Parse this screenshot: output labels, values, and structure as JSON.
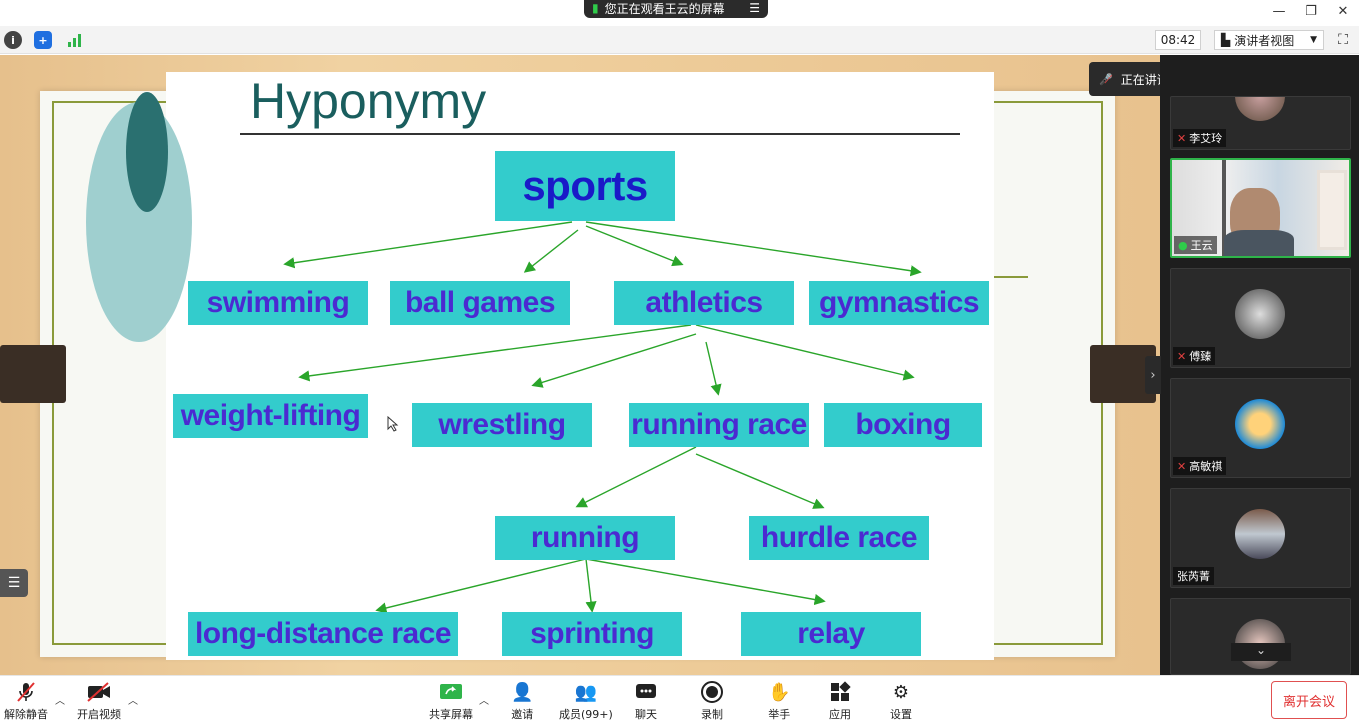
{
  "titlebar": {
    "viewing_text": "您正在观看王云的屏幕"
  },
  "toolbar": {
    "clock": "08:42",
    "view_mode": "演讲者视图"
  },
  "slide": {
    "title": "Hyponymy",
    "nodes": {
      "sports": "sports",
      "swimming": "swimming",
      "ball_games": "ball games",
      "athletics": "athletics",
      "gymnastics": "gymnastics",
      "weight_lifting": "weight-lifting",
      "wrestling": "wrestling",
      "running_race": "running race",
      "boxing": "boxing",
      "running": "running",
      "hurdle_race": "hurdle race",
      "long_distance": "long-distance race",
      "sprinting": "sprinting",
      "relay": "relay"
    }
  },
  "speaker": {
    "label": "正在讲话: 王云;"
  },
  "participants": [
    {
      "name": "李艾玲",
      "muted": true
    },
    {
      "name": "王云",
      "muted": false
    },
    {
      "name": "傅臻",
      "muted": true
    },
    {
      "name": "高敏祺",
      "muted": true
    },
    {
      "name": "张芮菁",
      "muted": null
    },
    {
      "name": "",
      "muted": null
    }
  ],
  "bottom": {
    "mute": "解除静音",
    "video": "开启视频",
    "share": "共享屏幕",
    "invite": "邀请",
    "members": "成员(99+)",
    "chat": "聊天",
    "record": "录制",
    "raise_hand": "举手",
    "apps": "应用",
    "settings": "设置",
    "leave": "离开会议"
  },
  "colors": {
    "accent_green": "#2fb44a",
    "leave_red": "#e03030",
    "box_fill": "#33cccc",
    "box_text": "#4b2ad1"
  }
}
